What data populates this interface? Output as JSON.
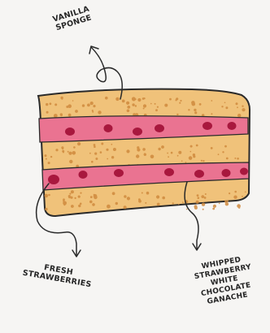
{
  "labels": {
    "vanilla_sponge": "Vanilla\nSponge",
    "fresh_strawberries": "Fresh\nStrawberries",
    "whipped_ganache": "Whipped\nStrawberry\nWhite\nChocolate\nGanache"
  },
  "colors": {
    "sponge": "#f0c27a",
    "sponge_dots": "#d08a3e",
    "cream": "#ea7391",
    "berry": "#a8183e",
    "ink": "#262626",
    "paper": "#f6f5f3"
  }
}
